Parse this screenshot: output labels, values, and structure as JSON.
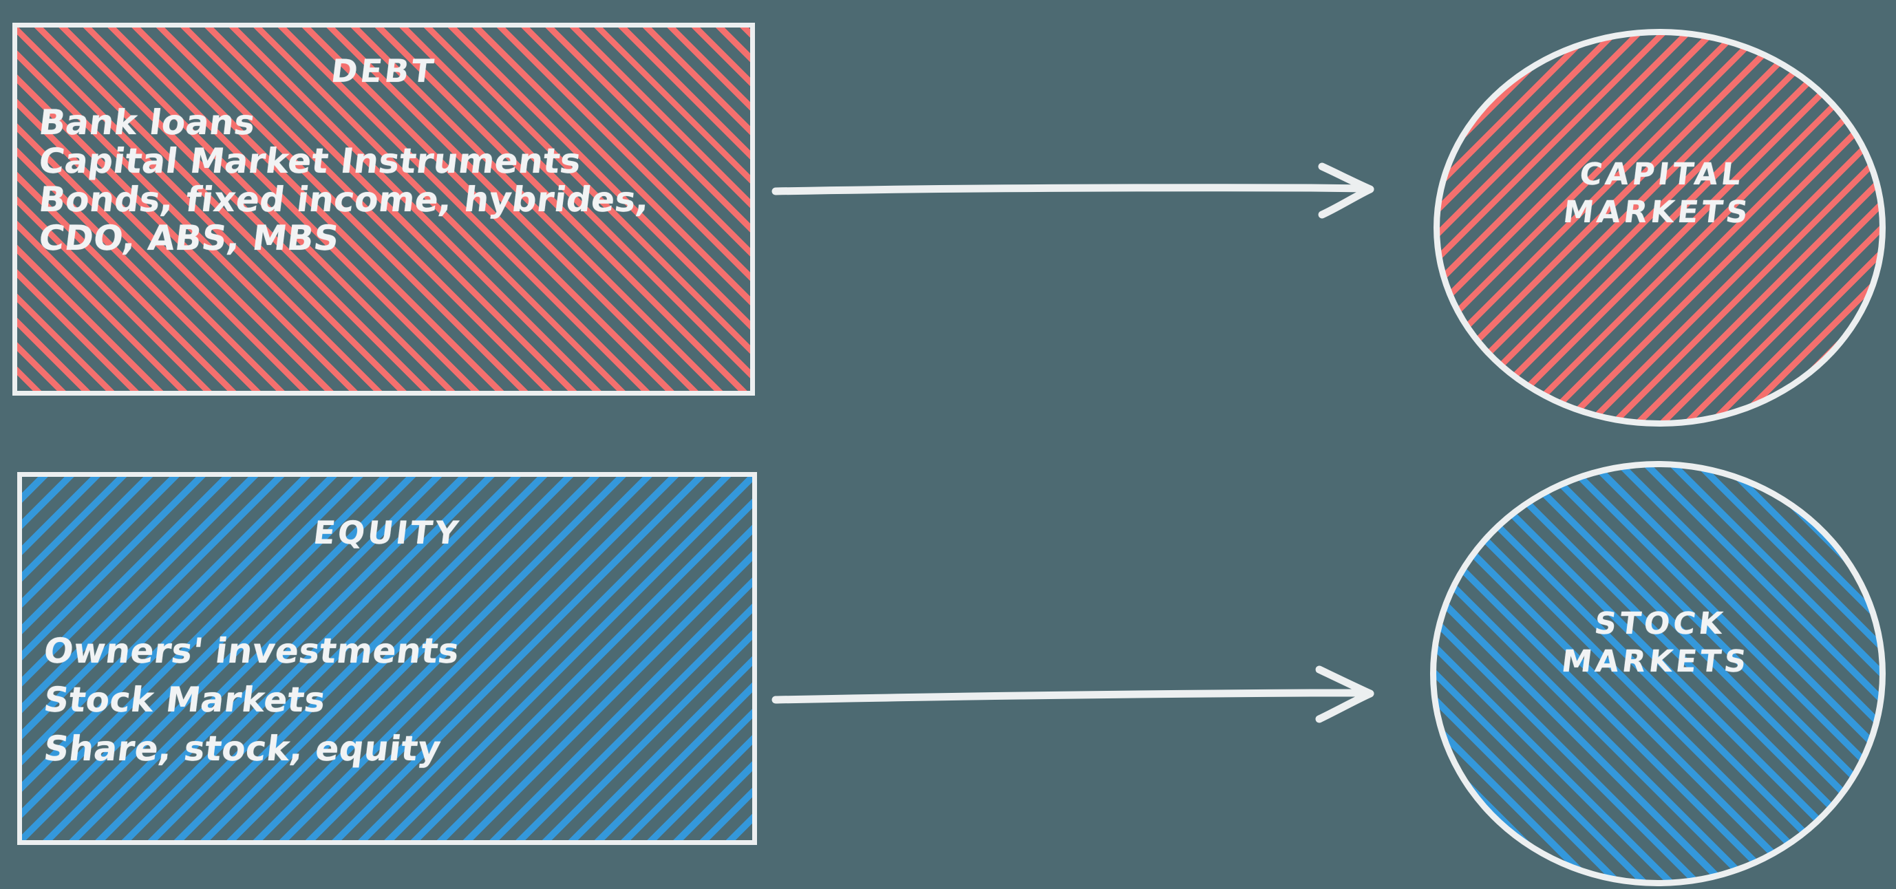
{
  "canvas": {
    "background_color": "#4d6a72",
    "ink_color": "#f1f3f4"
  },
  "palette": {
    "debt_hatch": "#f4706e",
    "equity_hatch": "#3498db",
    "stroke": "#eceff0"
  },
  "debt_box": {
    "title": "DEBT",
    "lines": [
      "Bank loans",
      "Capital Market Instruments",
      "Bonds, fixed income, hybrides,",
      "CDO, ABS, MBS"
    ]
  },
  "equity_box": {
    "title": "EQUITY",
    "lines": [
      "Owners' investments",
      "Stock Markets",
      "Share, stock, equity"
    ]
  },
  "capital_markets_circle": {
    "line1": "CAPITAL",
    "line2": "MARKETS"
  },
  "stock_markets_circle": {
    "line1": "STOCK",
    "line2": "MARKETS"
  },
  "arrows": {
    "debt_to_capital_label": "",
    "equity_to_stock_label": ""
  }
}
